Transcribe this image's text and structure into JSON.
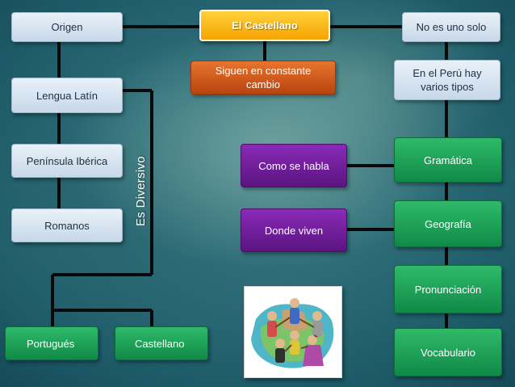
{
  "nodes": {
    "origen": "Origen",
    "el_castellano": "El Castellano",
    "no_es_uno_solo": "No es uno solo",
    "lengua_latin": "Lengua Latín",
    "peninsula_iberica": "Península Ibérica",
    "romanos": "Romanos",
    "es_diverso": "Es Diversivo",
    "siguen_cambio": "Siguen en constante cambio",
    "como_se_habla": "Como se habla",
    "donde_viven": "Donde viven",
    "en_el_peru": "En el Perú hay varios tipos",
    "gramatica": "Gramática",
    "geografia": "Geografía",
    "pronunciacion": "Pronunciación",
    "vocabulario": "Vocabulario",
    "portugues": "Portugués",
    "castellano": "Castellano"
  },
  "colors": {
    "blue_box": "#dbe7f3",
    "green_box": "#1fa257",
    "purple_box": "#6f1d9c",
    "orange_box": "#d35b1e",
    "yellow_box": "#fbbb14",
    "connector": "#0a0a0a"
  },
  "illustration": "children-dancing-in-circle-illustration"
}
